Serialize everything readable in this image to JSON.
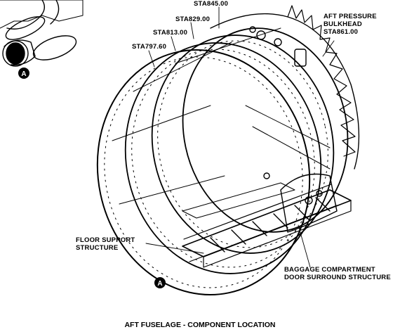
{
  "labels": {
    "sta845": "STA845.00",
    "sta829": "STA829.00",
    "sta813": "STA813.00",
    "sta797": "STA797.60",
    "bulkhead_line1": "AFT PRESSURE",
    "bulkhead_line2": "BULKHEAD",
    "bulkhead_line3": "STA861.00",
    "floor_line1": "FLOOR SUPPORT",
    "floor_line2": "STRUCTURE",
    "baggage_line1": "BAGGAGE COMPARTMENT",
    "baggage_line2": "DOOR SURROUND STRUCTURE"
  },
  "callouts": {
    "detail_ref": "A",
    "view_ref": "A"
  },
  "caption": "AFT FUSELAGE - COMPONENT LOCATION",
  "colors": {
    "ink": "#000000",
    "paper": "#ffffff"
  }
}
